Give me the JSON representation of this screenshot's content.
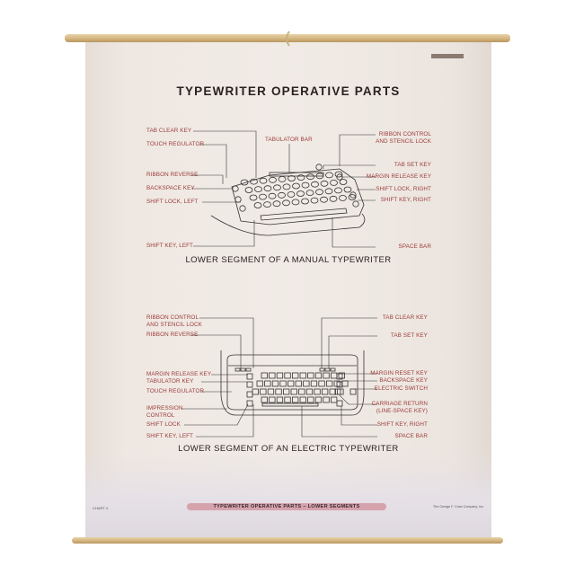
{
  "title": "TYPEWRITER OPERATIVE PARTS",
  "manual": {
    "caption": "LOWER SEGMENT OF A MANUAL TYPEWRITER",
    "labels": {
      "tab_clear_key": "TAB CLEAR KEY",
      "touch_regulator": "TOUCH REGULATOR",
      "ribbon_reverse": "RIBBON REVERSE",
      "backspace_key": "BACKSPACE KEY",
      "shift_lock_left": "SHIFT LOCK, LEFT",
      "shift_key_left": "SHIFT KEY, LEFT",
      "tabulator_bar": "TABULATOR BAR",
      "ribbon_control_1": "RIBBON CONTROL",
      "ribbon_control_2": "AND STENCIL LOCK",
      "tab_set_key": "TAB SET KEY",
      "margin_release_key": "MARGIN RELEASE KEY",
      "shift_lock_right": "SHIFT LOCK, RIGHT",
      "shift_key_right": "SHIFT KEY, RIGHT",
      "space_bar": "SPACE BAR"
    }
  },
  "electric": {
    "caption": "LOWER SEGMENT OF AN ELECTRIC TYPEWRITER",
    "labels": {
      "ribbon_control_1": "RIBBON CONTROL",
      "ribbon_control_2": "AND STENCIL LOCK",
      "ribbon_reverse": "RIBBON REVERSE",
      "margin_release_key": "MARGIN RELEASE KEY",
      "tabulator_key": "TABULATOR KEY",
      "touch_regulator": "TOUCH REGULATOR",
      "impression_control_1": "IMPRESSION",
      "impression_control_2": "CONTROL",
      "shift_lock": "SHIFT LOCK",
      "shift_key_left": "SHIFT KEY, LEFT",
      "tab_clear_key": "TAB CLEAR KEY",
      "tab_set_key": "TAB SET KEY",
      "margin_reset_key": "MARGIN RESET KEY",
      "backspace_key": "BACKSPACE KEY",
      "electric_switch": "ELECTRIC SWITCH",
      "carriage_return_1": "CARRIAGE RETURN",
      "carriage_return_2": "(LINE-SPACE KEY)",
      "shift_key_right": "SHIFT KEY, RIGHT",
      "space_bar": "SPACE BAR"
    }
  },
  "footer": {
    "band_title": "TYPEWRITER OPERATIVE PARTS – LOWER SEGMENTS",
    "chart_number": "CHART 4",
    "publisher": "The George F. Cram Company, Inc."
  },
  "colors": {
    "label": "#9b3b3a",
    "band": "#d6a3ad",
    "rod": "#d2b27c"
  }
}
